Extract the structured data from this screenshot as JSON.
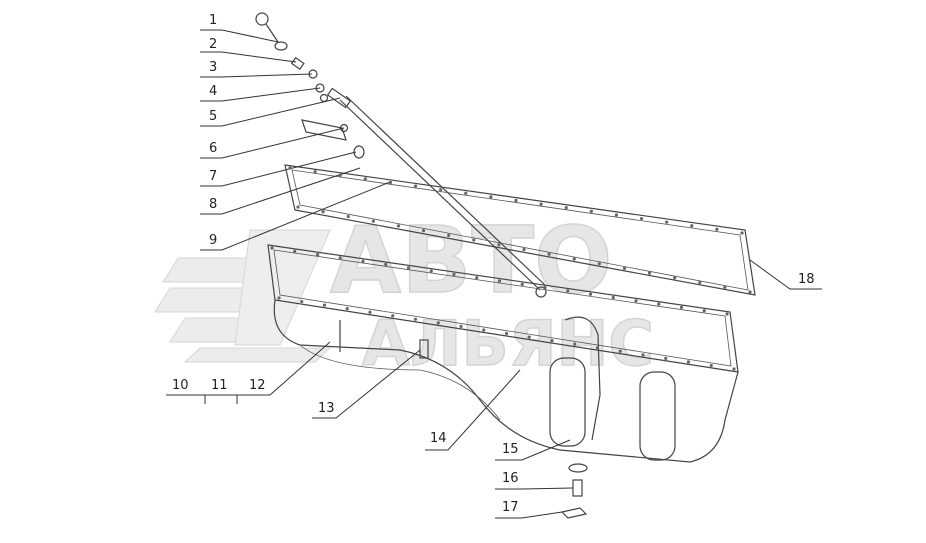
{
  "watermark": {
    "line1": "АВТО",
    "line2": "АЛЬЯНС"
  },
  "callouts": [
    {
      "id": "1",
      "label": "1"
    },
    {
      "id": "2",
      "label": "2"
    },
    {
      "id": "3",
      "label": "3"
    },
    {
      "id": "4",
      "label": "4"
    },
    {
      "id": "5",
      "label": "5"
    },
    {
      "id": "6",
      "label": "6"
    },
    {
      "id": "7",
      "label": "7"
    },
    {
      "id": "8",
      "label": "8"
    },
    {
      "id": "9",
      "label": "9"
    },
    {
      "id": "10",
      "label": "10"
    },
    {
      "id": "11",
      "label": "11"
    },
    {
      "id": "12",
      "label": "12"
    },
    {
      "id": "13",
      "label": "13"
    },
    {
      "id": "14",
      "label": "14"
    },
    {
      "id": "15",
      "label": "15"
    },
    {
      "id": "16",
      "label": "16"
    },
    {
      "id": "17",
      "label": "17"
    },
    {
      "id": "18",
      "label": "18"
    }
  ]
}
